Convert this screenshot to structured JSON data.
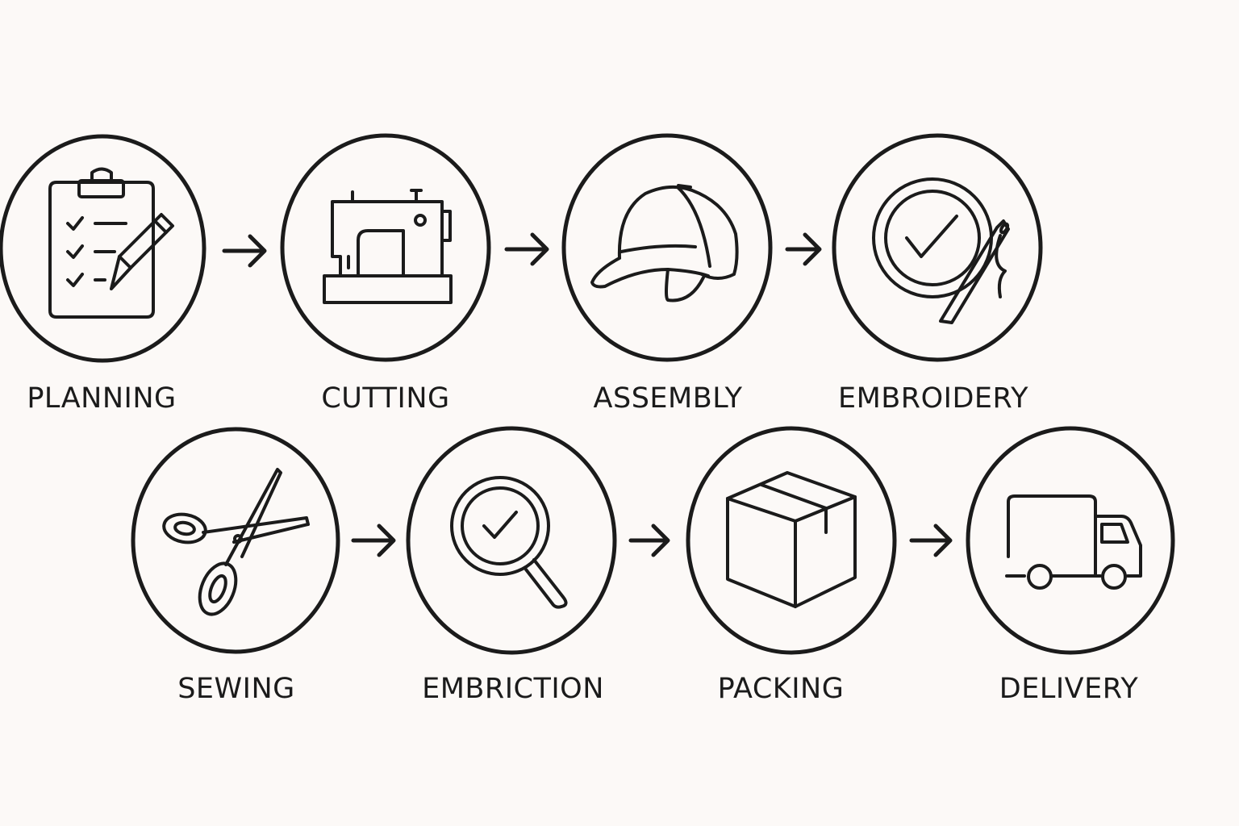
{
  "background_color": "#fcf9f7",
  "line_color": "#1b1b1b",
  "steps": [
    {
      "label": "PLANNING",
      "icon": "clipboard-checklist-icon"
    },
    {
      "label": "CUTTING",
      "icon": "sewing-machine-icon"
    },
    {
      "label": "ASSEMBLY",
      "icon": "cap-icon"
    },
    {
      "label": "EMBROIDERY",
      "icon": "hoop-needle-icon"
    },
    {
      "label": "SEWING",
      "icon": "scissors-icon"
    },
    {
      "label": "EMBRICTION",
      "icon": "magnifier-check-icon"
    },
    {
      "label": "PACKING",
      "icon": "box-icon"
    },
    {
      "label": "DELIVERY",
      "icon": "truck-icon"
    }
  ]
}
